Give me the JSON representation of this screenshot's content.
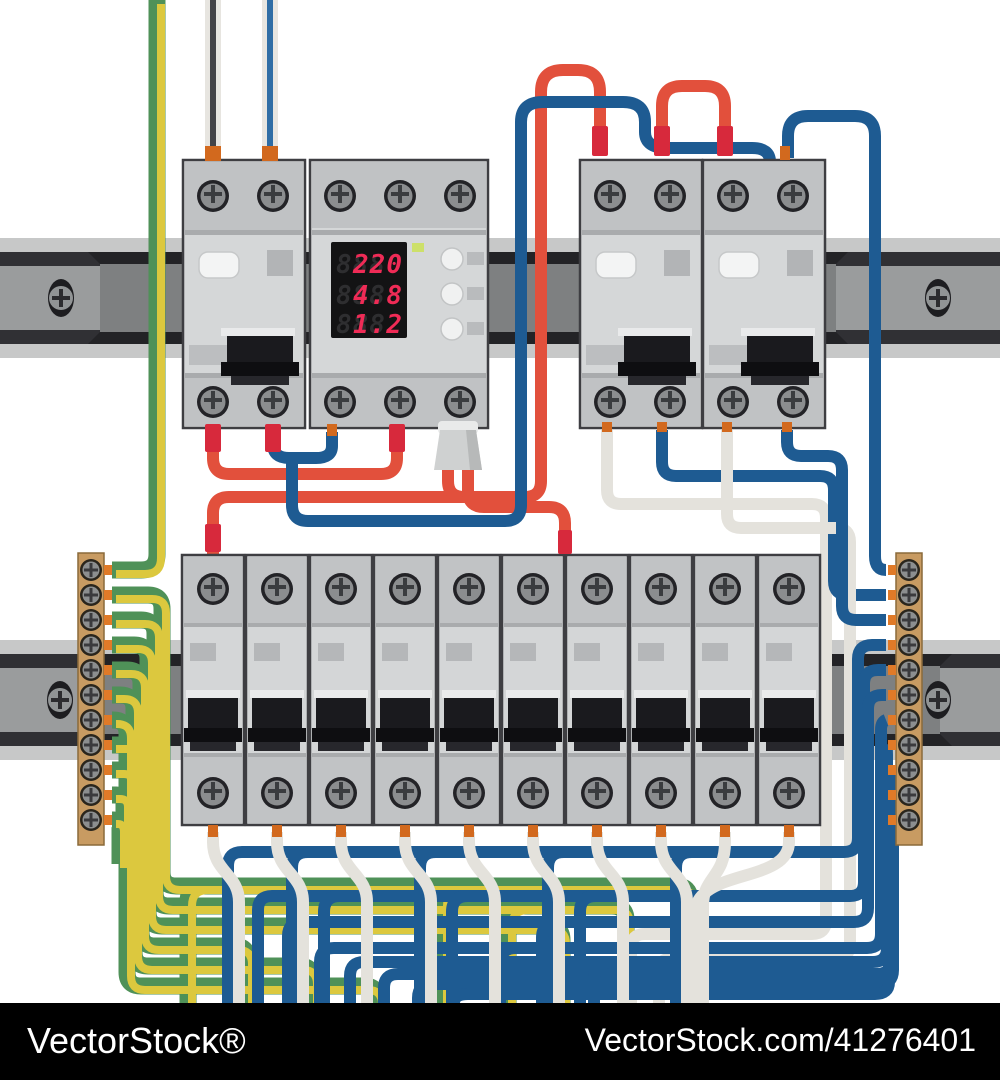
{
  "meter": {
    "display": {
      "rows": [
        {
          "ghost": "888",
          "value": "220"
        },
        {
          "ghost": "888",
          "value": "4.8"
        },
        {
          "ghost": "888",
          "value": "1.2"
        }
      ]
    }
  },
  "watermark": {
    "brand": "VectorStock®",
    "credit": "VectorStock.com/41276401"
  },
  "colors": {
    "phase_red": "#e2503c",
    "ferrule_red": "#d7293c",
    "neutral_blue": "#1e5b92",
    "earth_green": "#4f9158",
    "earth_yellow": "#dcc83e",
    "wire_white": "#e4e2dc",
    "terminal_orange": "#e07a28",
    "digit_red": "#ef2b56",
    "led_green": "#cde06a",
    "block_tan": "#c89b62"
  }
}
